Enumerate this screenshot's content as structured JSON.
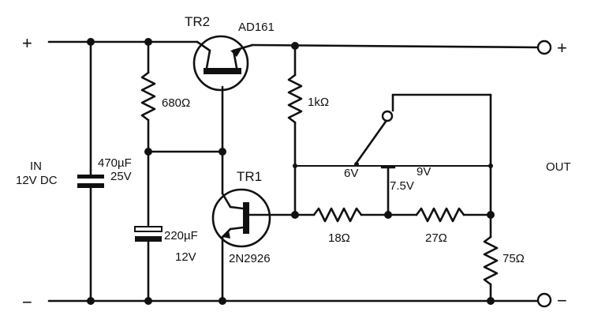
{
  "labels": {
    "plus_in": "+",
    "minus_in": "−",
    "plus_out": "+",
    "minus_out": "−",
    "in": "IN",
    "in_voltage": "12V DC",
    "out": "OUT",
    "tr2_name": "TR2",
    "tr2_part": "AD161",
    "tr1_name": "TR1",
    "tr1_part": "2N2926",
    "c1_value": "470µF",
    "c1_voltage": "25V",
    "r1_value": "680Ω",
    "c2_value": "220µF",
    "c2_voltage": "12V",
    "r2_value": "1kΩ",
    "r3_value": "18Ω",
    "r4_value": "27Ω",
    "r5_value": "75Ω",
    "sw_6v": "6V",
    "sw_75v": "7.5V",
    "sw_9v": "9V"
  },
  "colors": {
    "ink": "#111111",
    "paper": "#ffffff"
  }
}
